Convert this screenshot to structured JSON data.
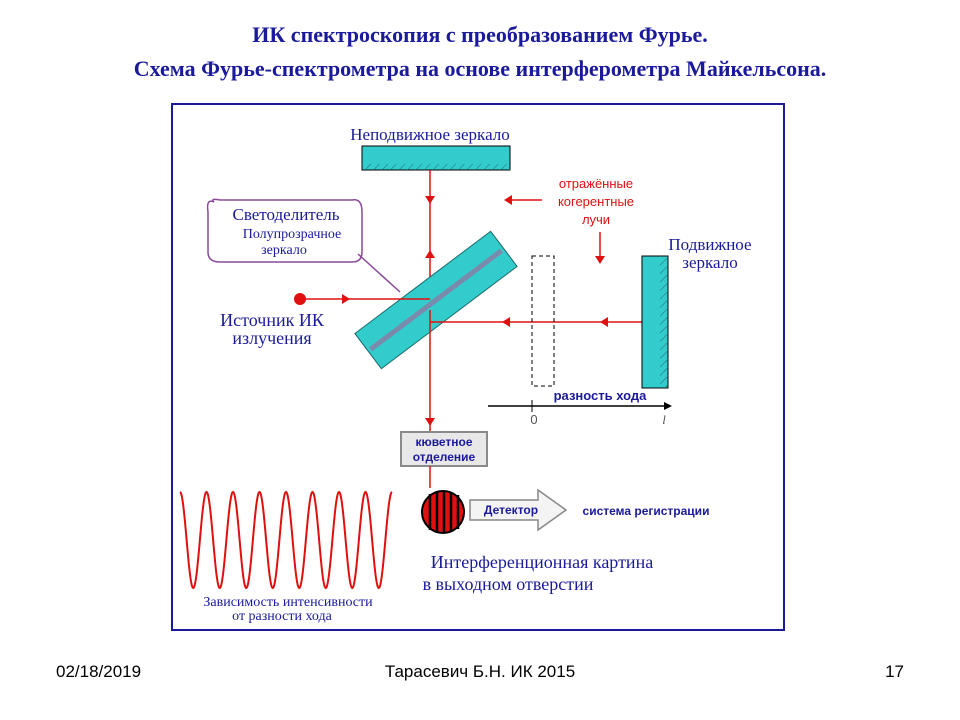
{
  "title": {
    "line1": "ИК спектроскопия с преобразованием  Фурье.",
    "line2": "Схема Фурье-спектрометра на основе интерферометра Майкельсона."
  },
  "labels": {
    "fixed_mirror": "Неподвижное зеркало",
    "reflected": "отражённые",
    "coherent": "когерентные",
    "rays": "лучи",
    "beamsplitter": "Светоделитель",
    "semi1": "Полупрозрачное",
    "semi2": "зеркало",
    "movable1": "Подвижное",
    "movable2": "зеркало",
    "source1": "Источник  ИК",
    "source2": "излучения",
    "path_diff": "разность хода",
    "tick0": "0",
    "ticktext": "l",
    "cuvette1": "кюветное",
    "cuvette2": "отделение",
    "detector": "Детектор",
    "registration": "система регистрации",
    "interference1": "Интерференционная картина",
    "interference2": "в выходном отверстии",
    "dependence1": "Зависимость интенсивности",
    "dependence2": "от разности хода"
  },
  "colors": {
    "title": "#1a1a9a",
    "ray": "#e01010",
    "mirror": "#33cccc",
    "label_blue": "#1a1a9a"
  },
  "footer": {
    "date": "02/18/2019",
    "author": "Тарасевич Б.Н.  ИК 2015",
    "page": "17"
  }
}
